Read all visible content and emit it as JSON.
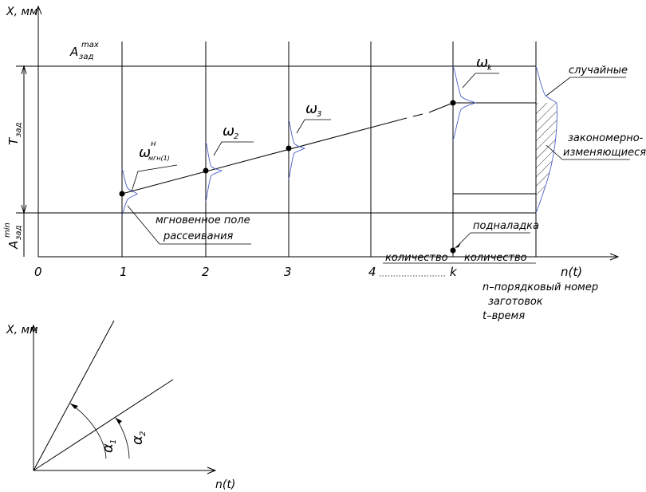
{
  "main_diagram": {
    "y_axis_label": "X, мм",
    "a_max": {
      "base": "A",
      "sub": "зад",
      "sup": "max"
    },
    "a_min": {
      "base": "A",
      "sub": "зад",
      "sup": "min"
    },
    "t_zad": {
      "base": "T",
      "sub": "зад"
    },
    "origin": "0",
    "ticks": [
      "1",
      "2",
      "3",
      "4",
      "k"
    ],
    "x_axis_label": "n(t)",
    "omega_mgn": {
      "base": "ω",
      "sup": "н",
      "sub": "мгн(1)"
    },
    "omega_2": {
      "base": "ω",
      "sub": "2"
    },
    "omega_3": {
      "base": "ω",
      "sub": "3"
    },
    "omega_k": {
      "base": "ω",
      "sub": "k"
    },
    "instant_field": [
      "мгновенное поле",
      "рассеивания"
    ],
    "random_label": "случайные",
    "systematic_label": [
      "закономерно-",
      "изменяющиеся"
    ],
    "readjustment_label": "подналадка",
    "count_left": "количество",
    "count_right": "количество",
    "legend": [
      "n–порядковый номер",
      "заготовок",
      "t–время"
    ]
  },
  "angle_diagram": {
    "y_axis_label": "X, мм",
    "x_axis_label": "n(t)",
    "alpha_1": {
      "base": "α",
      "sub": "1"
    },
    "alpha_2": {
      "base": "α",
      "sub": "2"
    }
  }
}
